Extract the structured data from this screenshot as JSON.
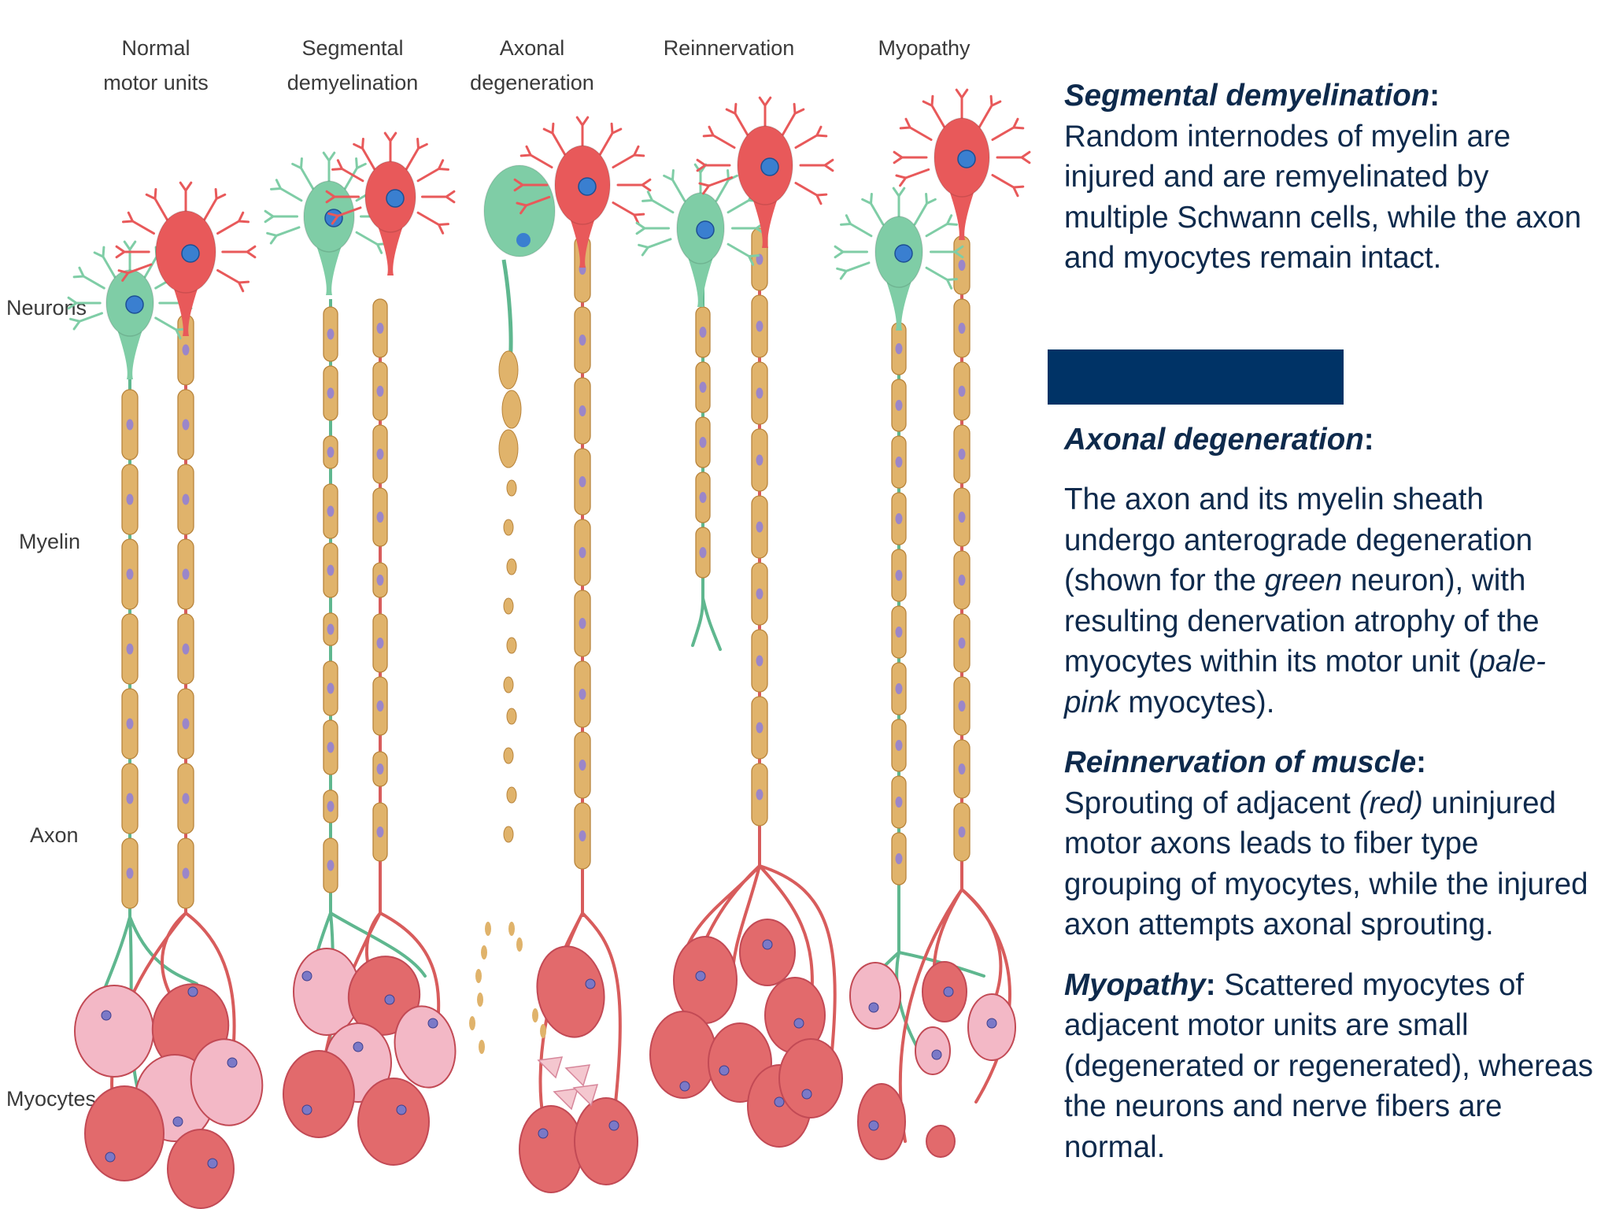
{
  "diagram": {
    "column_titles": [
      [
        "Normal",
        "motor units"
      ],
      [
        "Segmental",
        "demyelination"
      ],
      [
        "Axonal",
        "degeneration"
      ],
      [
        "Reinnervation"
      ],
      [
        "Myopathy"
      ]
    ],
    "row_labels": [
      "Neurons",
      "Myelin",
      "Axon",
      "Myocytes"
    ],
    "colors": {
      "green_neuron": "#7fcda6",
      "red_neuron": "#e8595a",
      "nucleus": "#3a7fd0",
      "myelin": "#e0b36b",
      "axon_green": "#5fb78f",
      "axon_red": "#d85c5c",
      "myocyte_pink": "#f3b8c6",
      "myocyte_red": "#e26a6c"
    }
  },
  "text_panel": {
    "segmental": {
      "heading": "Segmental demyelination",
      "colon": ":",
      "body": "Random internodes of myelin are injured and are remyelinated by multiple Schwann cells, while the axon and myocytes remain intact."
    },
    "axonal": {
      "heading": "Axonal degeneration",
      "colon": ":",
      "body_1": "The axon and its myelin sheath undergo anterograde degeneration (shown for the ",
      "body_green": "green",
      "body_2": " neuron), with resulting denervation atrophy of the myocytes within its motor unit (",
      "body_pale": "pale-pink",
      "body_3": " myocytes)."
    },
    "reinnervation": {
      "heading": "Reinnervation of muscle",
      "colon": ":",
      "body_1": "Sprouting of adjacent ",
      "body_red": "(red)",
      "body_2": " uninjured motor axons leads to fiber type grouping of myocytes, while the injured axon attempts axonal sprouting."
    },
    "myopathy": {
      "heading": "Myopathy",
      "colon": ":",
      "body": " Scattered myocytes of adjacent motor units are small (degenerated or regenerated), whereas the neurons and nerve fibers are normal."
    }
  },
  "accent_bar_color": "#003366"
}
